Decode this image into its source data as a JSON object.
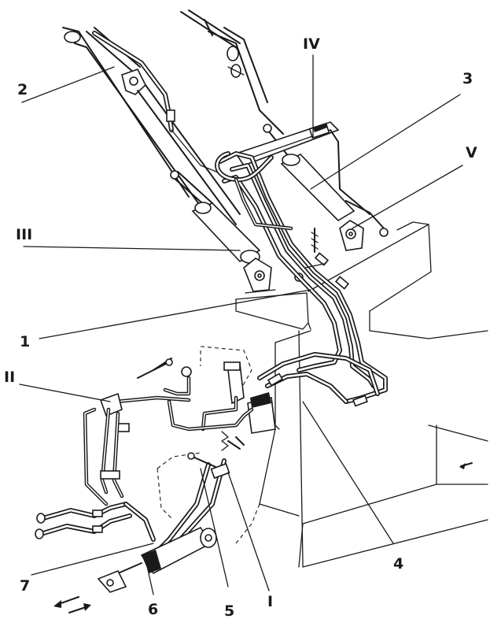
{
  "labels": {
    "c1": "1",
    "c2": "2",
    "c3": "3",
    "c4": "4",
    "c5": "5",
    "c6": "6",
    "c7": "7",
    "cI": "I",
    "cII": "II",
    "cIII": "III",
    "cIV": "IV",
    "cV": "V"
  }
}
